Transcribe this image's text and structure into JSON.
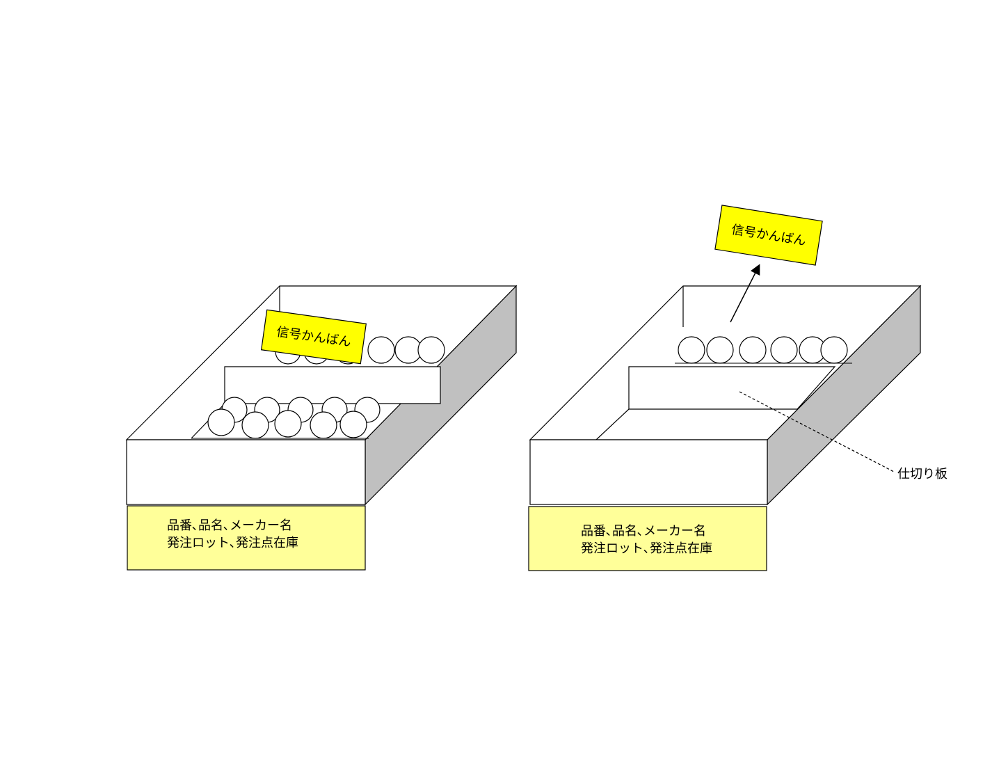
{
  "left_diagram": {
    "kanban_card": "信号かんばん",
    "label_line1": "品番､品名､メーカー名",
    "label_line2": "発注ロット､発注点在庫"
  },
  "right_diagram": {
    "kanban_card": "信号かんばん",
    "label_line1": "品番､品名､メーカー名",
    "label_line2": "発注ロット､発注点在庫",
    "divider_callout": "仕切り板"
  },
  "colors": {
    "card_yellow": "#ffff00",
    "label_yellow": "#ffff99",
    "side_gray": "#c0c0c0",
    "outline": "#000000"
  }
}
